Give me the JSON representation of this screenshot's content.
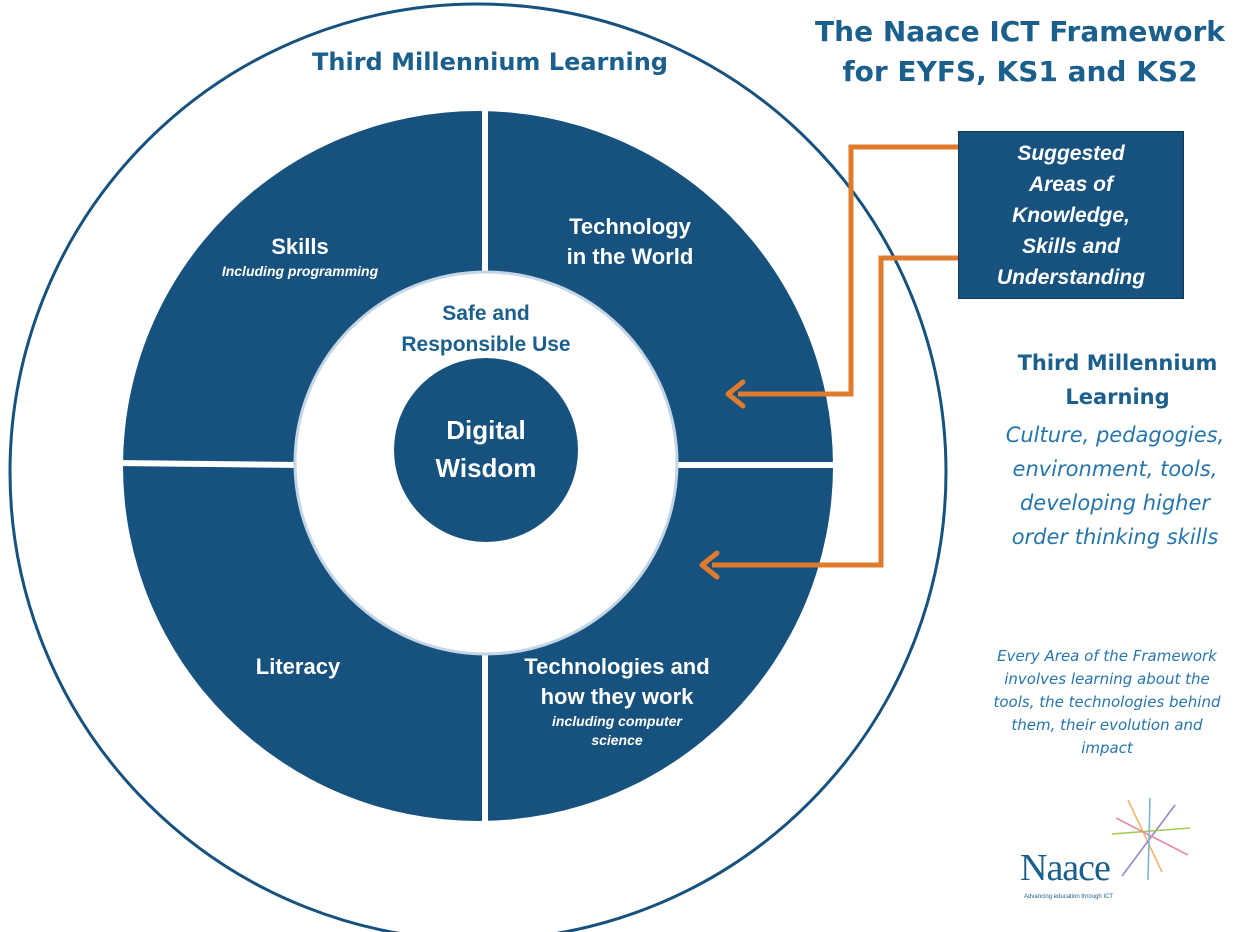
{
  "title": {
    "line1": "The Naace ICT Framework",
    "line2": "for EYFS, KS1 and KS2"
  },
  "outer_ring_label": "Third Millennium Learning",
  "quadrants": {
    "skills": {
      "title": "Skills",
      "subtitle": "Including programming"
    },
    "technology_world": {
      "line1": "Technology",
      "line2": "in the World"
    },
    "literacy": {
      "title": "Literacy"
    },
    "technologies_work": {
      "line1": "Technologies  and",
      "line2": "how they work",
      "sub1": "including computer",
      "sub2": "science"
    }
  },
  "inner_ring": {
    "line1": "Safe and",
    "line2": "Responsible Use"
  },
  "core": {
    "line1": "Digital",
    "line2": "Wisdom"
  },
  "callout_box": {
    "line1": "Suggested",
    "line2": "Areas of",
    "line3": "Knowledge,",
    "line4": "Skills  and",
    "line5": "Understanding"
  },
  "side_panel": {
    "heading1": "Third Millennium",
    "heading2": "Learning",
    "desc1": "Culture, pedagogies,",
    "desc2": "environment, tools,",
    "desc3": "developing higher",
    "desc4": "order thinking skills"
  },
  "note": {
    "line1": "Every Area of the Framework",
    "line2": "involves learning about the",
    "line3": "tools, the technologies behind",
    "line4": "them, their evolution and",
    "line5": "impact"
  },
  "logo": {
    "name": "Naace",
    "tagline": "Advancing education through ICT"
  },
  "colors": {
    "primary_blue": "#17527f",
    "title_blue": "#1b5f8c",
    "italic_blue": "#2675ad",
    "arrow_orange": "#e07b2e"
  },
  "icons": [
    "naace-star-logo-icon",
    "arrow-left-icon"
  ]
}
